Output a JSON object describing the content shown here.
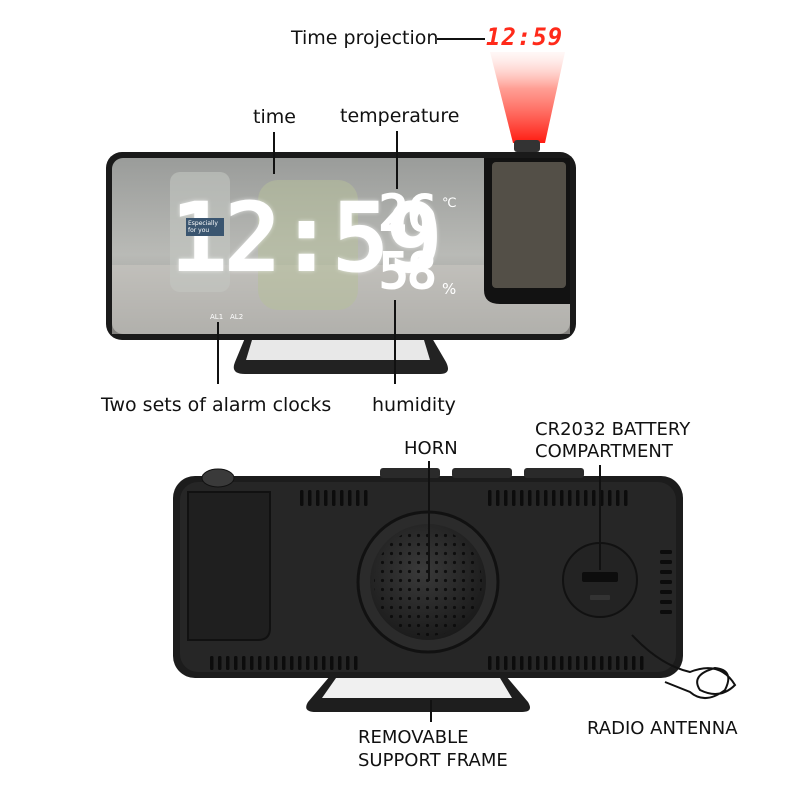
{
  "front": {
    "projection_label": "Time projection",
    "projected_time": "12:59",
    "time_label": "time",
    "temperature_label": "temperature",
    "alarm_label": "Two sets of alarm clocks",
    "humidity_label": "humidity",
    "display": {
      "time": "12:59",
      "temperature": "26",
      "temperature_unit": "℃",
      "humidity": "58",
      "humidity_unit": "%",
      "alarm1": "AL1",
      "alarm2": "AL2",
      "photo_text": "Especially for you"
    }
  },
  "back": {
    "horn_label": "HORN",
    "battery_label_line1": "CR2032 BATTERY",
    "battery_label_line2": "COMPARTMENT",
    "frame_label_line1": "REMOVABLE",
    "frame_label_line2": "SUPPORT FRAME",
    "antenna_label": "RADIO ANTENNA"
  },
  "colors": {
    "led": "#ffffff",
    "projection": "#ff2a1a",
    "housing": "#1a1a1a"
  }
}
